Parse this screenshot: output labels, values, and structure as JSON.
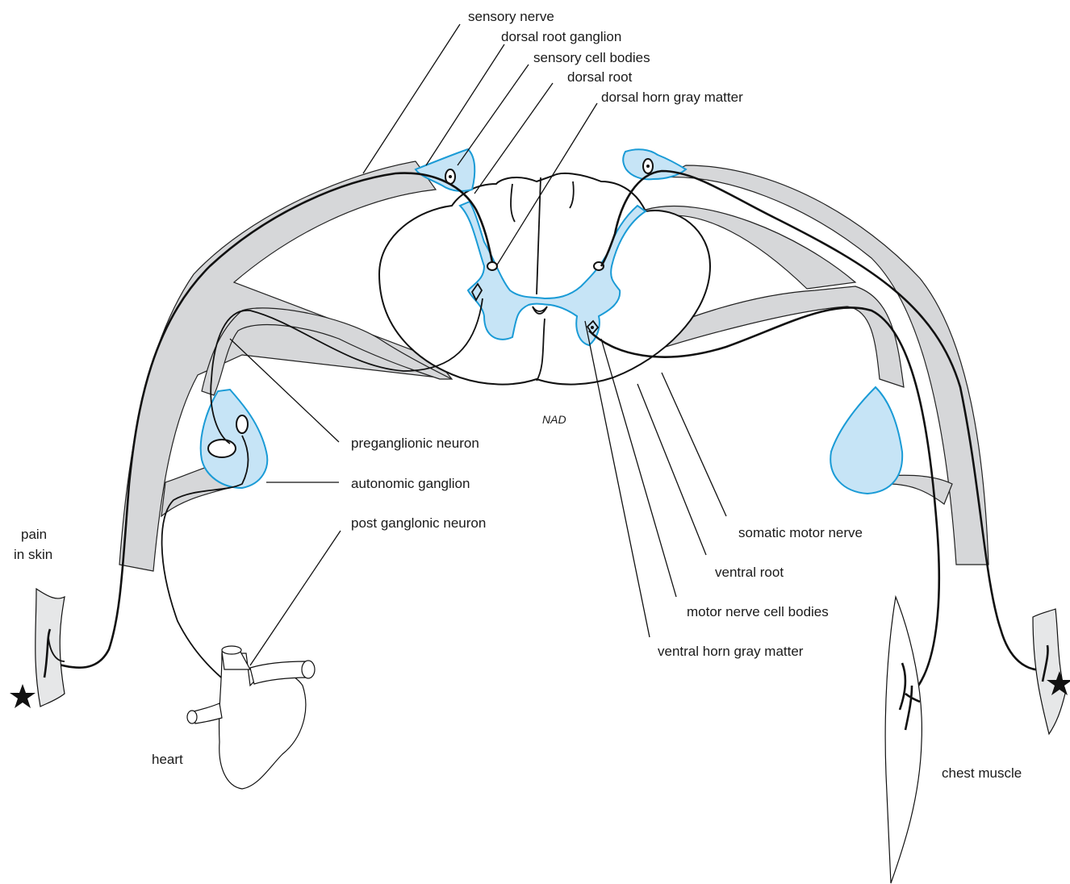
{
  "labels": {
    "sensory_nerve": "sensory nerve",
    "dorsal_root_ganglion": "dorsal root ganglion",
    "sensory_cell_bodies": "sensory cell bodies",
    "dorsal_root": "dorsal root",
    "dorsal_horn_gray_matter": "dorsal horn gray matter",
    "preganglionic_neuron": "preganglionic neuron",
    "autonomic_ganglion": "autonomic ganglion",
    "post_ganglonic_neuron": "post ganglonic neuron",
    "somatic_motor_nerve": "somatic motor nerve",
    "ventral_root": "ventral root",
    "motor_nerve_cell_bodies": "motor nerve cell bodies",
    "ventral_horn_gray_matter": "ventral horn gray matter",
    "pain_line1": "pain",
    "pain_line2": "in skin",
    "heart": "heart",
    "chest_muscle": "chest muscle",
    "signature": "NAD"
  },
  "colors": {
    "nerve_gray": "#d6d7d9",
    "ganglion_fill": "#c6e4f6",
    "ganglion_stroke": "#1a9bd6",
    "line": "#111111"
  },
  "icons": {
    "stimulus_marker": "star-icon"
  }
}
